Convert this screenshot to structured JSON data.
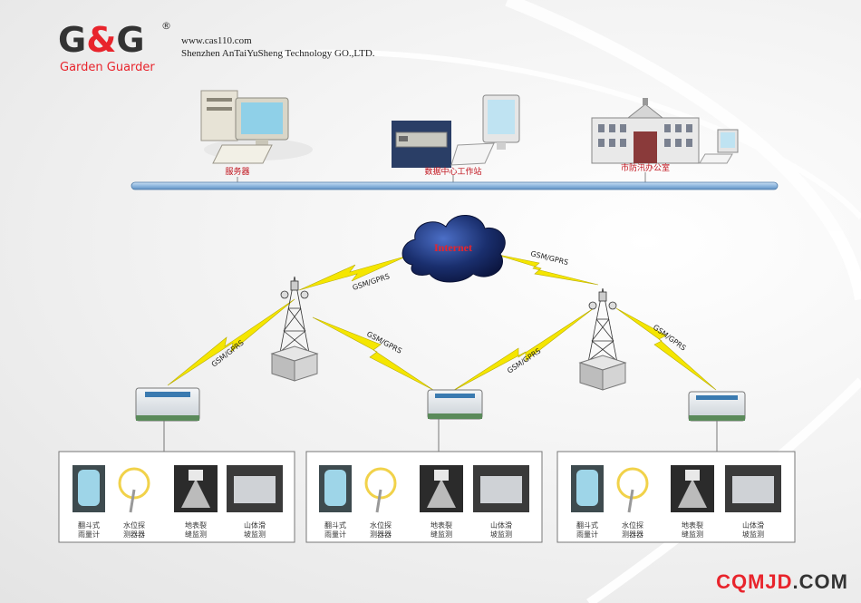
{
  "logo": {
    "mark": "G&G",
    "registered": "®",
    "tagline": "Garden Guarder"
  },
  "company": {
    "url": "www.cas110.com",
    "name": "Shenzhen AnTaiYuSheng  Technology GO.,LTD."
  },
  "top_nodes": {
    "server": "服务器",
    "datacenter": "数据中心工作站",
    "office": "市防汛办公室"
  },
  "cloud": "Internet",
  "links": {
    "l1": "GSM/GPRS",
    "l2": "GSM/GPRS",
    "l3": "GSM/GPRS",
    "l4": "GSM/GPRS",
    "l5": "GSM/GPRS",
    "l6": "GSM/GPRS"
  },
  "sensor_groups": [
    {
      "sensors": [
        {
          "l1": "翻斗式",
          "l2": "雨量计"
        },
        {
          "l1": "水位探",
          "l2": "测器器"
        },
        {
          "l1": "地表裂",
          "l2": "缝监测"
        },
        {
          "l1": "山体滑",
          "l2": "坡监测"
        }
      ]
    },
    {
      "sensors": [
        {
          "l1": "翻斗式",
          "l2": "雨量计"
        },
        {
          "l1": "水位探",
          "l2": "测器器"
        },
        {
          "l1": "地表裂",
          "l2": "缝监测"
        },
        {
          "l1": "山体滑",
          "l2": "坡监测"
        }
      ]
    },
    {
      "sensors": [
        {
          "l1": "翻斗式",
          "l2": "雨量计"
        },
        {
          "l1": "水位探",
          "l2": "测器器"
        },
        {
          "l1": "地表裂",
          "l2": "缝监测"
        },
        {
          "l1": "山体滑",
          "l2": "坡监测"
        }
      ]
    }
  ],
  "watermark": {
    "part1": "CQMJD",
    "part2": ".COM"
  },
  "colors": {
    "logo_red": "#e8242c",
    "logo_dark": "#333333",
    "bus": "#8fb8df",
    "cloud": "#1a2f6e",
    "bolt": "#f5e600",
    "label_red": "#c0101a"
  }
}
